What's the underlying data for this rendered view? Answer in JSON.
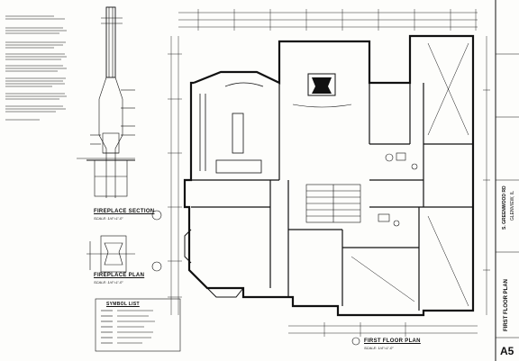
{
  "sheet": {
    "fireplace_section_title": "FIREPLACE SECTION",
    "fireplace_section_scale": "SCALE: 1/4\"=1'-0\"",
    "fireplace_plan_title": "FIREPLACE PLAN",
    "fireplace_plan_scale": "SCALE: 1/4\"=1'-0\"",
    "first_floor_plan_title": "FIRST FLOOR PLAN",
    "first_floor_plan_scale": "SCALE: 1/4\"=1'-0\"",
    "symbol_list_title": "SYMBOL LIST",
    "title_block_address": "S. GREENWOOD RD",
    "title_block_city": "GLENVIEW, IL",
    "title_block_sheet_name": "FIRST FLOOR PLAN",
    "sheet_number": "A5"
  },
  "colors": {
    "ink": "#111111",
    "paper": "#fdfdfb"
  }
}
